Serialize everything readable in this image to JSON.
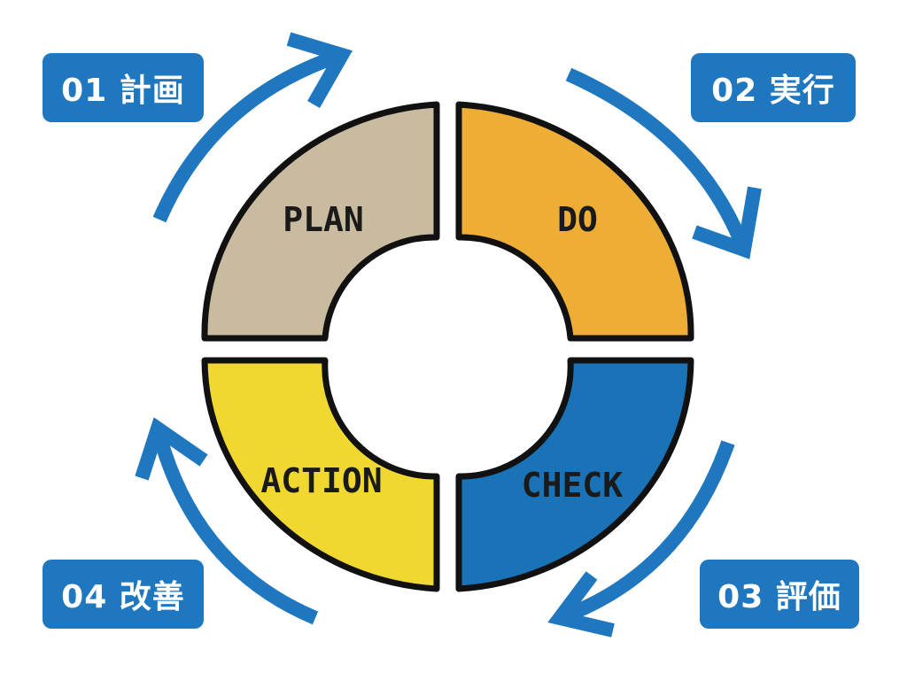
{
  "colors": {
    "plan": "#c8bba0",
    "do": "#eead35",
    "check": "#1973b6",
    "action": "#f0d830",
    "arrow": "#1f77bf",
    "outline": "#111111"
  },
  "phases": {
    "plan": {
      "label": "PLAN",
      "step": "01 計画"
    },
    "do": {
      "label": "DO",
      "step": "02 実行"
    },
    "check": {
      "label": "CHECK",
      "step": "03 評価"
    },
    "action": {
      "label": "ACTION",
      "step": "04 改善"
    }
  }
}
